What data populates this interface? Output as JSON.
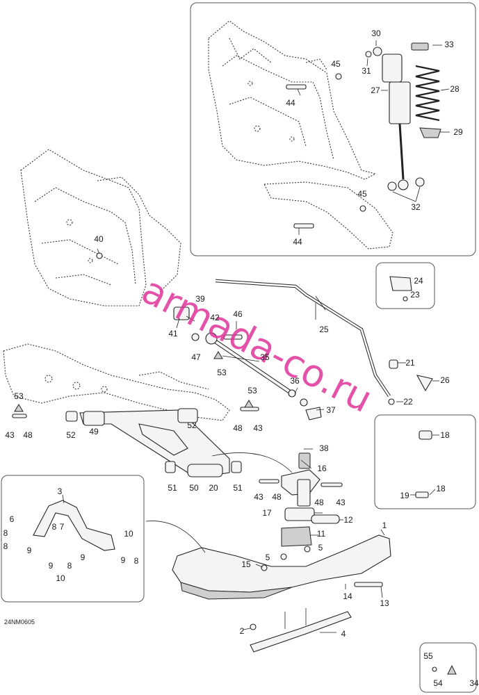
{
  "diagram": {
    "watermark": "armada-co.ru",
    "drawing_code": "24NM0605",
    "callouts": [
      {
        "id": "c30",
        "label": "30"
      },
      {
        "id": "c33",
        "label": "33"
      },
      {
        "id": "c31",
        "label": "31"
      },
      {
        "id": "c45a",
        "label": "45"
      },
      {
        "id": "c27",
        "label": "27"
      },
      {
        "id": "c28",
        "label": "28"
      },
      {
        "id": "c44a",
        "label": "44"
      },
      {
        "id": "c29",
        "label": "29"
      },
      {
        "id": "c45b",
        "label": "45"
      },
      {
        "id": "c32",
        "label": "32"
      },
      {
        "id": "c44b",
        "label": "44"
      },
      {
        "id": "c40",
        "label": "40"
      },
      {
        "id": "c24",
        "label": "24"
      },
      {
        "id": "c23",
        "label": "23"
      },
      {
        "id": "c39",
        "label": "39"
      },
      {
        "id": "c25",
        "label": "25"
      },
      {
        "id": "c46",
        "label": "46"
      },
      {
        "id": "c42",
        "label": "42"
      },
      {
        "id": "c41",
        "label": "41"
      },
      {
        "id": "c47",
        "label": "47"
      },
      {
        "id": "c35",
        "label": "35"
      },
      {
        "id": "c53a",
        "label": "53"
      },
      {
        "id": "c21",
        "label": "21"
      },
      {
        "id": "c26",
        "label": "26"
      },
      {
        "id": "c36",
        "label": "36"
      },
      {
        "id": "c53b",
        "label": "53"
      },
      {
        "id": "c53c",
        "label": "53"
      },
      {
        "id": "c22",
        "label": "22"
      },
      {
        "id": "c37",
        "label": "37"
      },
      {
        "id": "c43a",
        "label": "43"
      },
      {
        "id": "c48a",
        "label": "48"
      },
      {
        "id": "c52a",
        "label": "52"
      },
      {
        "id": "c49",
        "label": "49"
      },
      {
        "id": "c48b",
        "label": "48"
      },
      {
        "id": "c43b",
        "label": "43"
      },
      {
        "id": "c52b",
        "label": "52"
      },
      {
        "id": "c18a",
        "label": "18"
      },
      {
        "id": "c38",
        "label": "38"
      },
      {
        "id": "c16",
        "label": "16"
      },
      {
        "id": "c51a",
        "label": "51"
      },
      {
        "id": "c50",
        "label": "50"
      },
      {
        "id": "c20",
        "label": "20"
      },
      {
        "id": "c51b",
        "label": "51"
      },
      {
        "id": "c43c",
        "label": "43"
      },
      {
        "id": "c48c",
        "label": "48"
      },
      {
        "id": "c48d",
        "label": "48"
      },
      {
        "id": "c43d",
        "label": "43"
      },
      {
        "id": "c19",
        "label": "19"
      },
      {
        "id": "c18b",
        "label": "18"
      },
      {
        "id": "c3",
        "label": "3"
      },
      {
        "id": "c17",
        "label": "17"
      },
      {
        "id": "c12",
        "label": "12"
      },
      {
        "id": "c6",
        "label": "6"
      },
      {
        "id": "c8a",
        "label": "8"
      },
      {
        "id": "c7",
        "label": "7"
      },
      {
        "id": "c10a",
        "label": "10"
      },
      {
        "id": "c1",
        "label": "1"
      },
      {
        "id": "c11",
        "label": "11"
      },
      {
        "id": "c8b",
        "label": "8"
      },
      {
        "id": "c9a",
        "label": "9"
      },
      {
        "id": "c9b",
        "label": "9"
      },
      {
        "id": "c9c",
        "label": "9"
      },
      {
        "id": "c8c",
        "label": "8"
      },
      {
        "id": "c9d",
        "label": "9"
      },
      {
        "id": "c8d",
        "label": "8"
      },
      {
        "id": "c10b",
        "label": "10"
      },
      {
        "id": "c8e",
        "label": "8"
      },
      {
        "id": "c5a",
        "label": "5"
      },
      {
        "id": "c5b",
        "label": "5"
      },
      {
        "id": "c15",
        "label": "15"
      },
      {
        "id": "c14",
        "label": "14"
      },
      {
        "id": "c13",
        "label": "13"
      },
      {
        "id": "c2",
        "label": "2"
      },
      {
        "id": "c4",
        "label": "4"
      },
      {
        "id": "c55",
        "label": "55"
      },
      {
        "id": "c54",
        "label": "54"
      },
      {
        "id": "c34",
        "label": "34"
      }
    ]
  }
}
